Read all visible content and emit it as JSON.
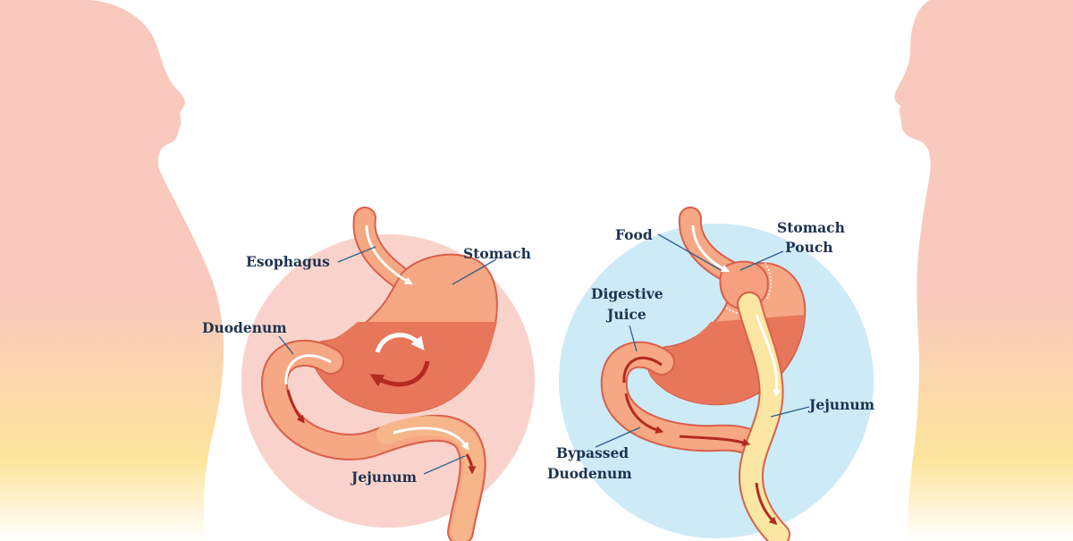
{
  "colors": {
    "silhouette_top": "#f9c9bd",
    "silhouette_bottom": "#fde59c",
    "left_circle": "#f9d3cb",
    "right_circle": "#cdeaf7",
    "organ_light": "#f6a783",
    "organ_dark": "#e8765b",
    "outline": "#d8604a",
    "flow_arrow": "#b32a22",
    "pale_arrow": "#ffffff",
    "jejunum_tube": "#fbe6a3",
    "label_text": "#1d3350",
    "leader_line": "#2f5f8a"
  },
  "before": {
    "esophagus": "Esophagus",
    "stomach": "Stomach",
    "duodenum": "Duodenum",
    "jejunum": "Jejunum"
  },
  "after": {
    "food": "Food",
    "stomach_pouch_1": "Stomach",
    "stomach_pouch_2": "Pouch",
    "digestive_1": "Digestive",
    "digestive_2": "Juice",
    "jejunum": "Jejunum",
    "bypassed_1": "Bypassed",
    "bypassed_2": "Duodenum"
  }
}
